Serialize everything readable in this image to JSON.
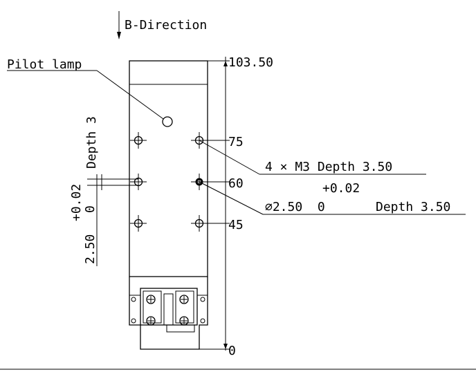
{
  "view_label": "B-Direction",
  "callouts": {
    "pilot_lamp": "Pilot lamp",
    "m3_holes": "4 × M3 Depth 3.50",
    "pin_hole_tol_upper": "+0.02",
    "pin_hole_spec": "⌀2.50  0",
    "pin_hole_depth": "Depth 3.50"
  },
  "vertical_callout": {
    "depth": "Depth 3",
    "tol_upper": "+0.02",
    "tol_lower": "0",
    "diameter": "2.50"
  },
  "dimensions": {
    "top": "103.50",
    "upper_holes": "75",
    "middle_holes": "60",
    "lower_holes": "45",
    "bottom": "0"
  }
}
